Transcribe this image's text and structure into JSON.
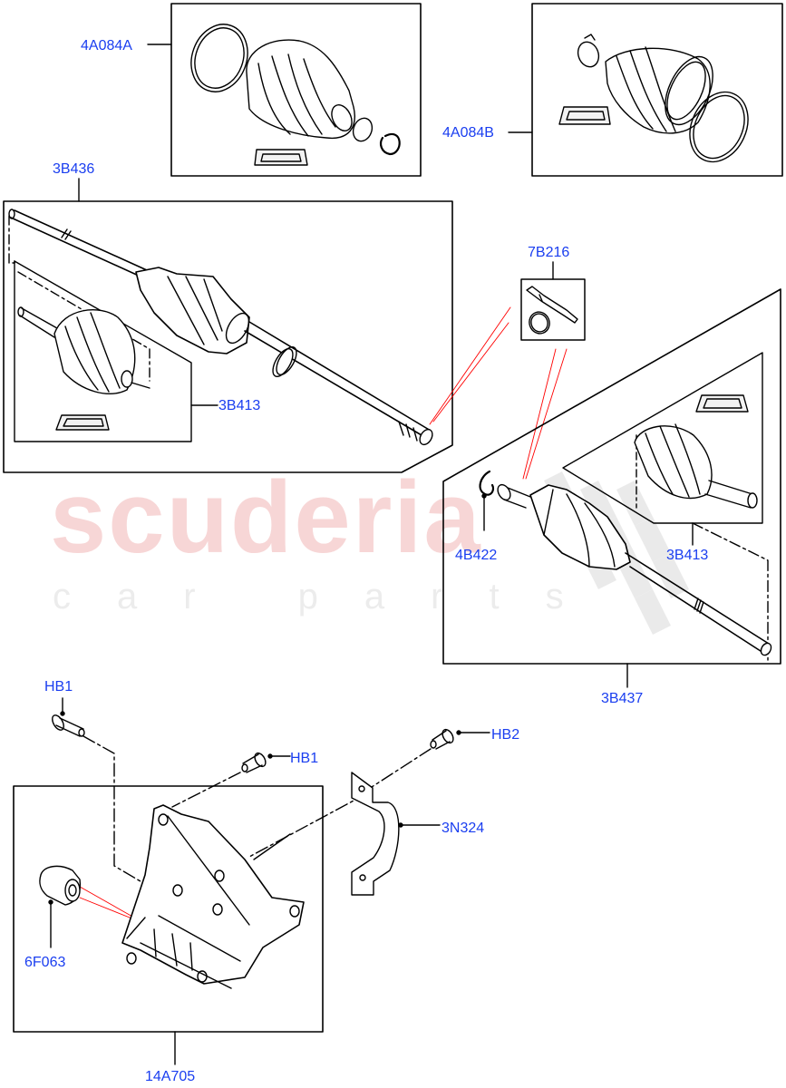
{
  "watermark": {
    "brand": "scuderia",
    "tagline": "car parts",
    "brand_color": "#f7d6d6",
    "tagline_color": "#ececec"
  },
  "colors": {
    "callout_text": "#1a3ef0",
    "line_art": "#000000",
    "leader_red": "#ff0000",
    "background": "#ffffff"
  },
  "callouts": {
    "boot_kit_inner": "4A084A",
    "boot_kit_outer": "4A084B",
    "front_shaft_left": "3B436",
    "cv_joint_kit_left": "3B413",
    "grease_kit": "7B216",
    "circlip": "4B422",
    "cv_joint_kit_right": "3B413",
    "front_shaft_right": "3B437",
    "bolt_hb1_top": "HB1",
    "bolt_hb1_mid": "HB1",
    "bolt_hb2": "HB2",
    "strap_3n324": "3N324",
    "bushing": "6F063",
    "bracket": "14A705"
  }
}
